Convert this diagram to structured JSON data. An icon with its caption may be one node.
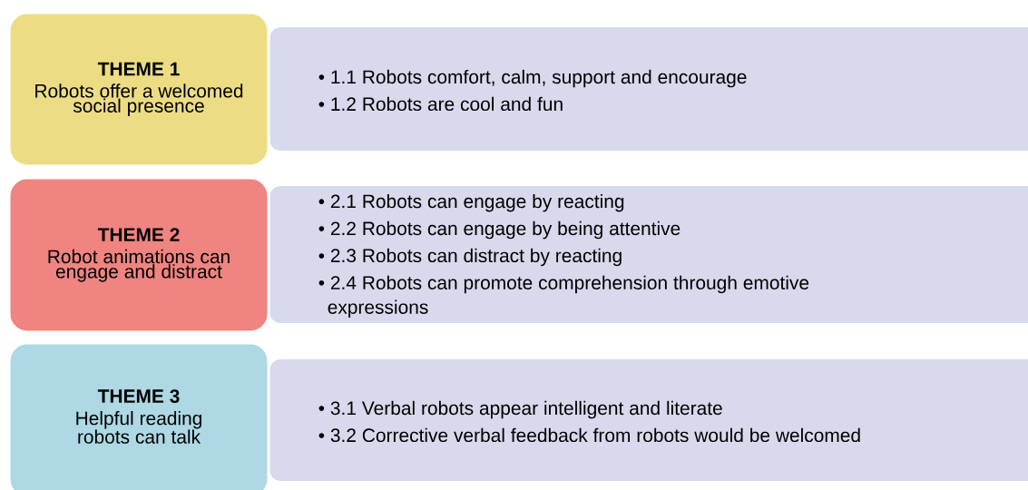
{
  "diagram": {
    "nodes": [
      {
        "text": [
          "THEME 1",
          "Robots offer a welcomed social presence"
        ]
      },
      {
        "text": [
          "• 1.1 Robots comfort, calm, support and encourage",
          "• 1.2 Robots are cool and fun"
        ]
      },
      {
        "text": [
          "THEME 2",
          "Robot animations can engage and distract"
        ]
      },
      {
        "text": [
          "• 2.1 Robots can engage by reacting",
          "• 2.2 Robots can engage by being attentive",
          "• 2.3 Robots can distract by reacting",
          "• 2.4 Robots can promote comprehension through emotive expressions"
        ]
      },
      {
        "text": [
          "THEME 3",
          "Helpful reading robots can talk"
        ]
      },
      {
        "text": [
          "• 3.1 Verbal robots appear intelligent and literate",
          "• 3.2 Corrective verbal feedback from robots would be welcomed"
        ]
      }
    ]
  }
}
